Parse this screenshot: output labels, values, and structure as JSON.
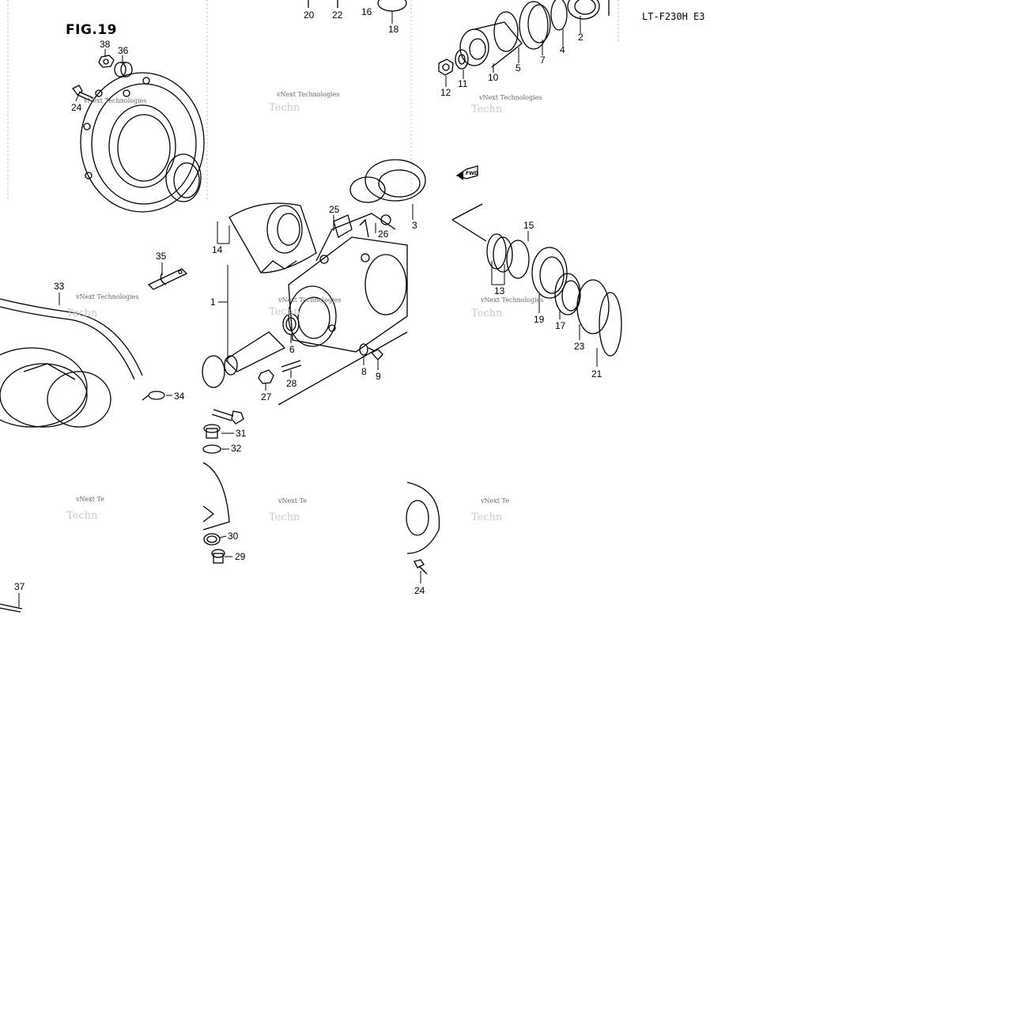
{
  "figure": {
    "title": "FIG.19",
    "model": "LT-F230H E3",
    "watermark": "vNext Technologies",
    "watermark_cut": "vNext Te",
    "watermark_faint": "Techn"
  },
  "direction_arrow": "FWD",
  "callouts": [
    {
      "id": "c20",
      "label": "20"
    },
    {
      "id": "c22",
      "label": "22"
    },
    {
      "id": "c16",
      "label": "16"
    },
    {
      "id": "c18",
      "label": "18"
    },
    {
      "id": "c2",
      "label": "2"
    },
    {
      "id": "c4",
      "label": "4"
    },
    {
      "id": "c7",
      "label": "7"
    },
    {
      "id": "c5",
      "label": "5"
    },
    {
      "id": "c10",
      "label": "10"
    },
    {
      "id": "c11",
      "label": "11"
    },
    {
      "id": "c12",
      "label": "12"
    },
    {
      "id": "c38",
      "label": "38"
    },
    {
      "id": "c36",
      "label": "36"
    },
    {
      "id": "c24a",
      "label": "24"
    },
    {
      "id": "c25",
      "label": "25"
    },
    {
      "id": "c26",
      "label": "26"
    },
    {
      "id": "c3",
      "label": "3"
    },
    {
      "id": "c14",
      "label": "14"
    },
    {
      "id": "c15",
      "label": "15"
    },
    {
      "id": "c13",
      "label": "13"
    },
    {
      "id": "c19",
      "label": "19"
    },
    {
      "id": "c17",
      "label": "17"
    },
    {
      "id": "c23",
      "label": "23"
    },
    {
      "id": "c21",
      "label": "21"
    },
    {
      "id": "c35",
      "label": "35"
    },
    {
      "id": "c33",
      "label": "33"
    },
    {
      "id": "c1",
      "label": "1"
    },
    {
      "id": "c6",
      "label": "6"
    },
    {
      "id": "c8",
      "label": "8"
    },
    {
      "id": "c9",
      "label": "9"
    },
    {
      "id": "c27",
      "label": "27"
    },
    {
      "id": "c28",
      "label": "28"
    },
    {
      "id": "c34",
      "label": "34"
    },
    {
      "id": "c31",
      "label": "31"
    },
    {
      "id": "c32",
      "label": "32"
    },
    {
      "id": "c30",
      "label": "30"
    },
    {
      "id": "c29",
      "label": "29"
    },
    {
      "id": "c24b",
      "label": "24"
    },
    {
      "id": "c37",
      "label": "37"
    }
  ]
}
